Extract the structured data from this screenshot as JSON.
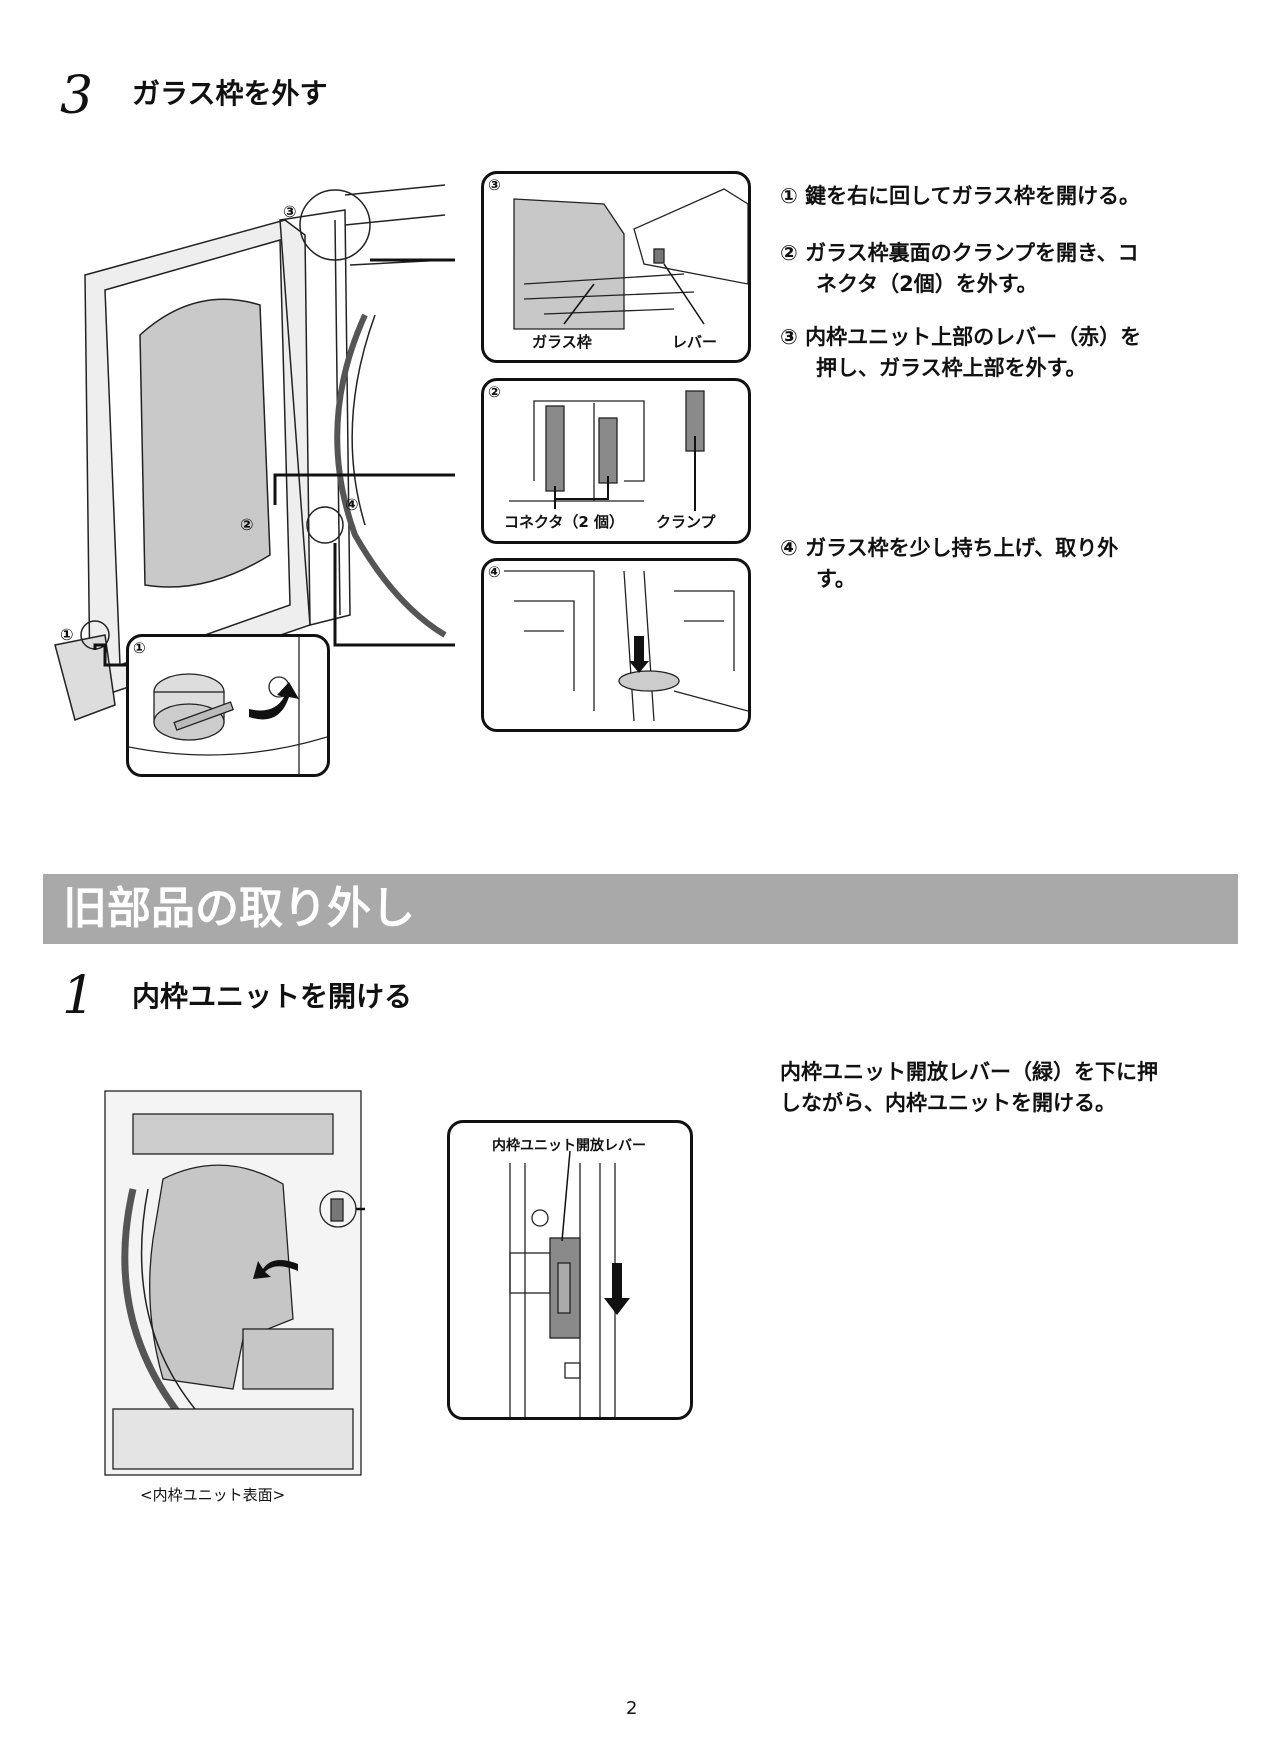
{
  "section3": {
    "number": "3",
    "title": "ガラス枠を外す",
    "instructions": [
      {
        "num": "①",
        "lines": [
          "鍵を右に回してガラス枠を開ける。"
        ]
      },
      {
        "num": "②",
        "lines": [
          "ガラス枠裏面のクランプを開き、コ",
          "ネクタ（2個）を外す。"
        ]
      },
      {
        "num": "③",
        "lines": [
          "内枠ユニット上部のレバー（赤）を",
          "押し、ガラス枠上部を外す。"
        ]
      },
      {
        "num": "④",
        "lines": [
          "ガラス枠を少し持ち上げ、取り外",
          "す。"
        ]
      }
    ],
    "figure": {
      "callouts": [
        "①",
        "②",
        "③",
        "④"
      ],
      "inset3": {
        "num": "③",
        "label_frame": "ガラス枠",
        "label_lever": "レバー"
      },
      "inset2": {
        "num": "②",
        "label_connector": "コネクタ（2 個）",
        "label_clamp": "クランプ"
      },
      "inset4": {
        "num": "④"
      },
      "inset1": {
        "num": "①"
      }
    }
  },
  "banner": {
    "title": "旧部品の取り外し",
    "color": "#a9a9a9"
  },
  "section1": {
    "number": "1",
    "title": "内枠ユニットを開ける",
    "instruction_lines": [
      "内枠ユニット開放レバー（緑）を下に押",
      "しながら、内枠ユニットを開ける。"
    ],
    "figure": {
      "inset_label": "内枠ユニット開放レバー",
      "caption": "<内枠ユニット表面>"
    }
  },
  "page_number": "2"
}
